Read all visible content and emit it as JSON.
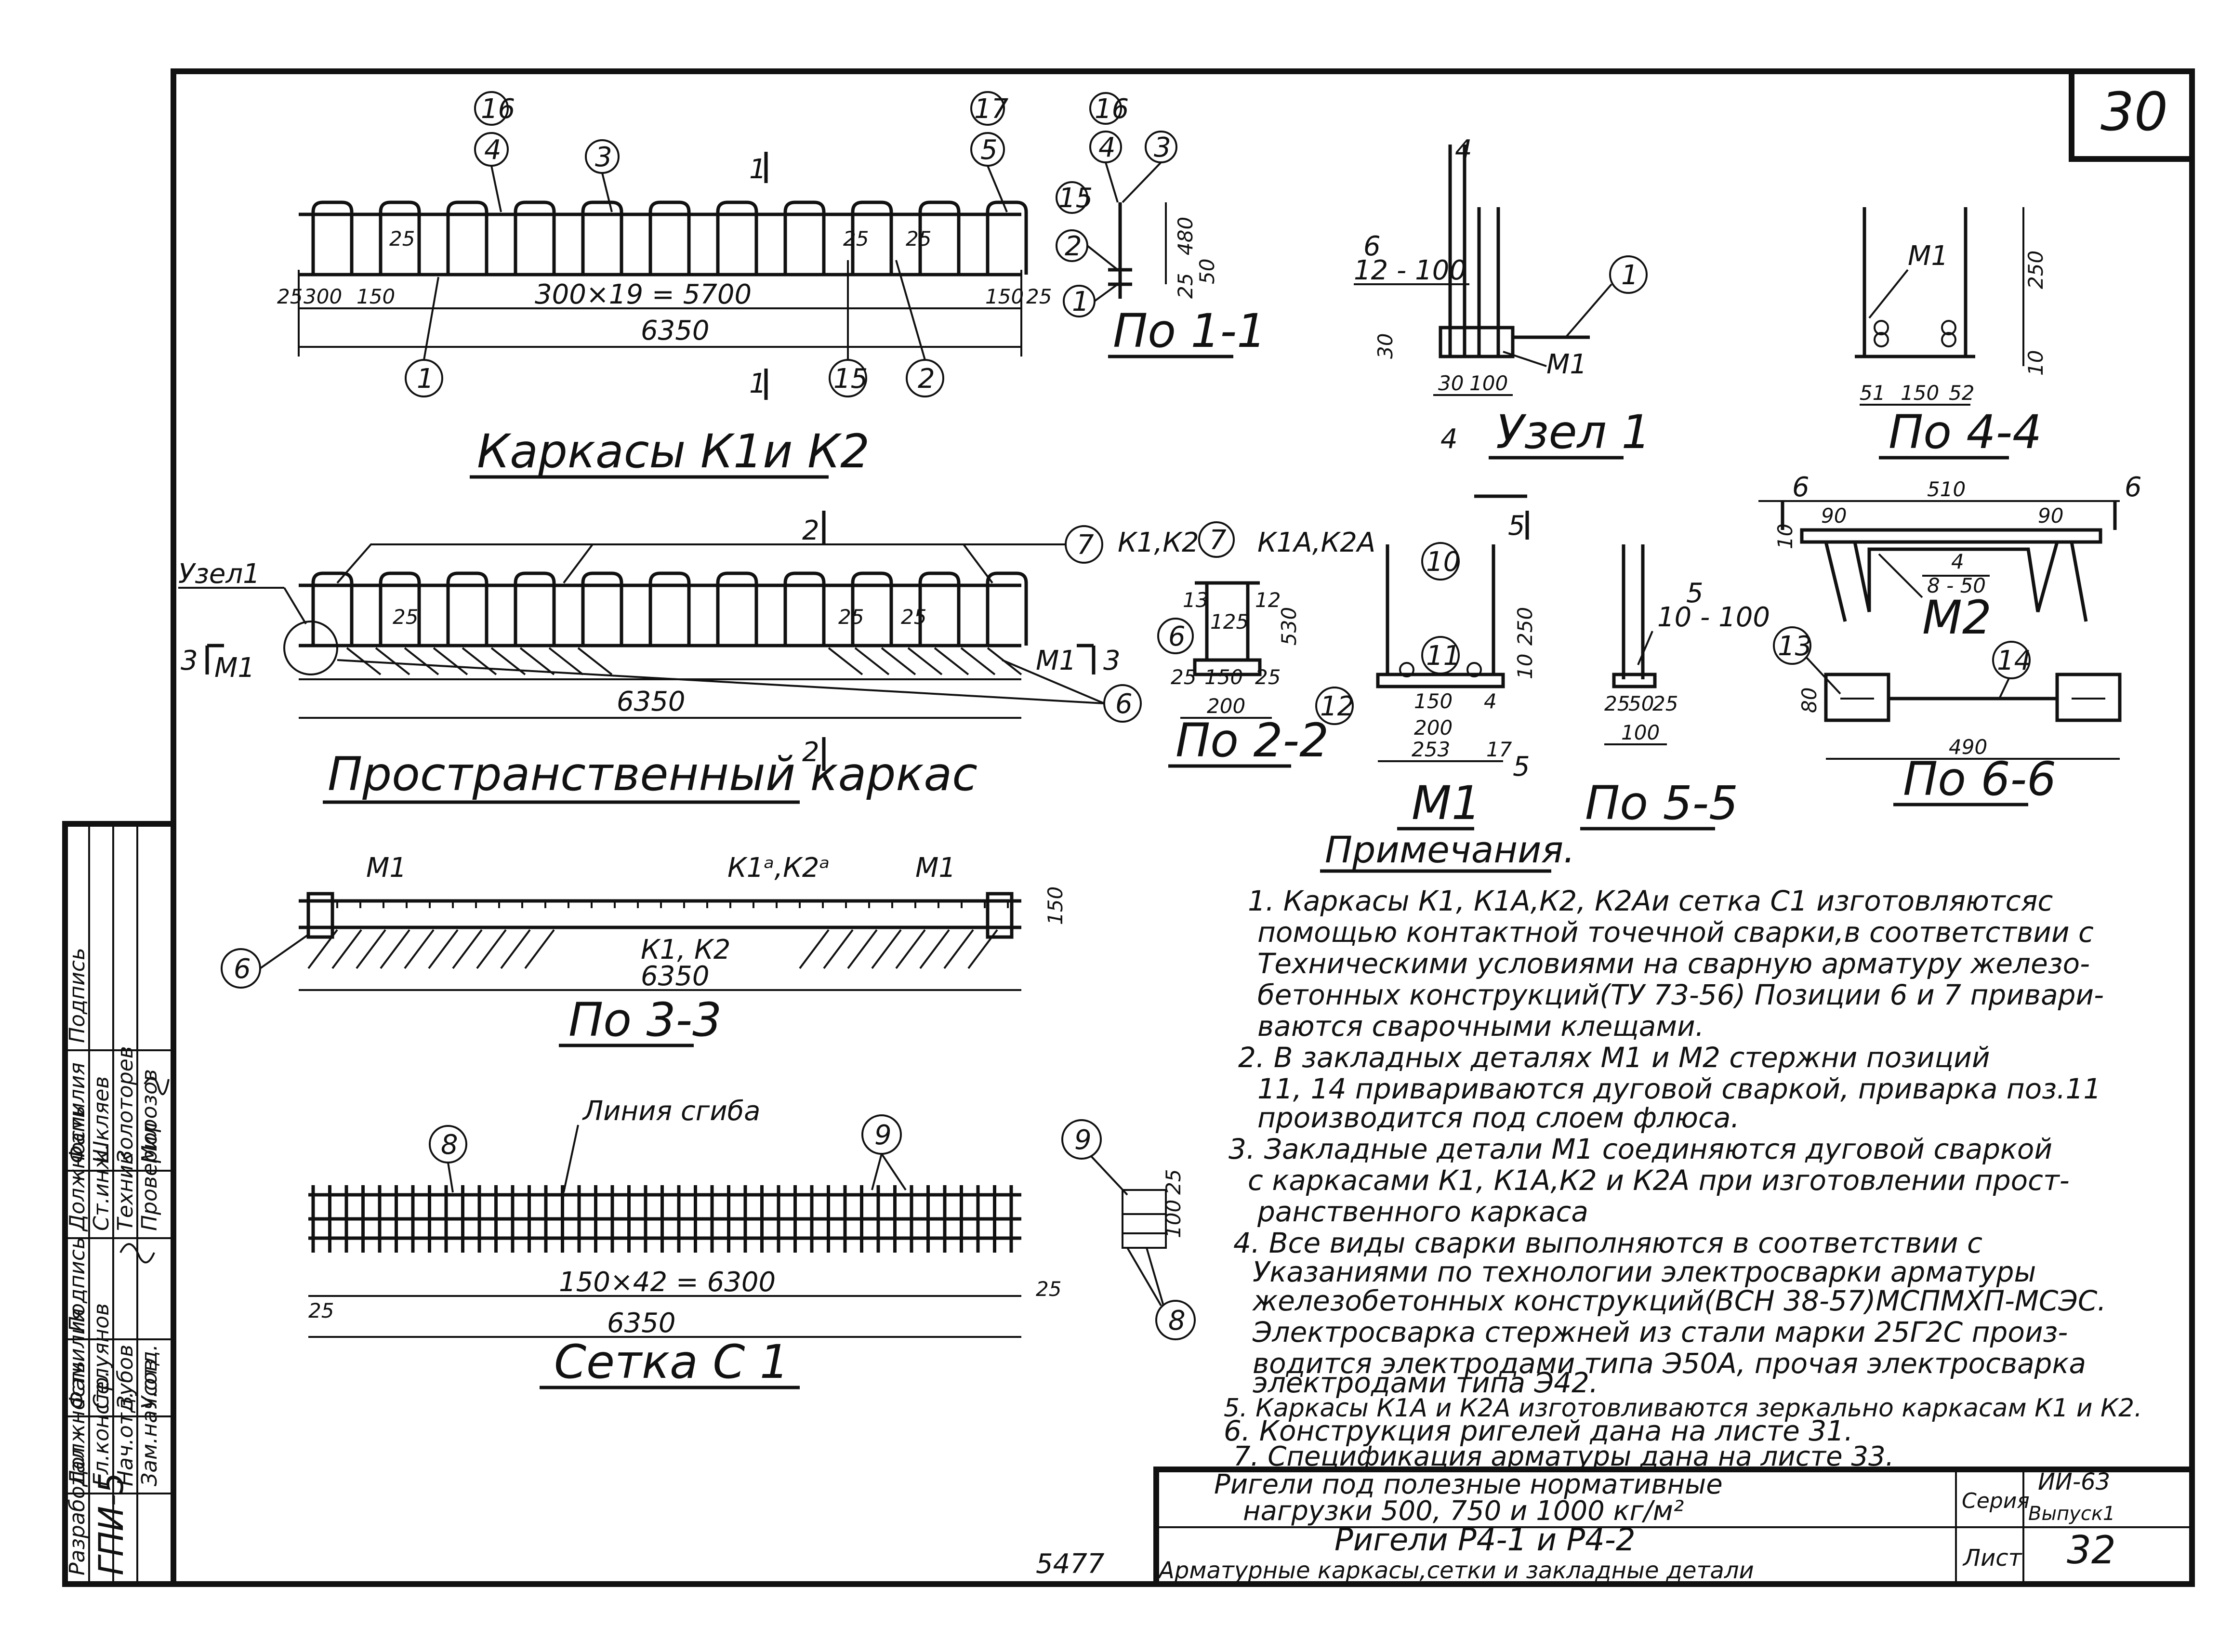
{
  "sheet": {
    "corner_number": "30",
    "series_label": "Серия",
    "series_value": "ИИ-63",
    "issue_value": "Выпуск1",
    "sheet_label": "Лист",
    "sheet_value": "32",
    "archive_number": "5477",
    "title_line1": "Ригели под полезные нормативные",
    "title_line2": "нагрузки 500, 750 и 1000 кг/м²",
    "subtitle_line1": "Ригели Р4-1 и Р4-2",
    "subtitle_line2": "Арматурные каркасы,сетки и закладные детали"
  },
  "stamp": {
    "org": "ГПИ-5",
    "rows": [
      [
        "Разработал",
        "Должность",
        "Фамилия",
        "Подпись",
        "Должность",
        "Фамилия",
        "Подпись"
      ],
      [
        "",
        "Гл.констр.",
        "Селуянов",
        "",
        "Ст.инж.",
        "Шкляев",
        ""
      ],
      [
        "",
        "Нач.отд.",
        "Зубов",
        "",
        "Техник",
        "Золоторев",
        ""
      ],
      [
        "",
        "Зам.нач.отд.",
        "Усов",
        "",
        "Проверил",
        "Морозов",
        ""
      ]
    ]
  },
  "views": {
    "k1k2_title": "Каркасы К1и К2",
    "spatial_title": "Пространственный каркас",
    "s33_title": "По 3-3",
    "mesh_title": "Сетка С 1",
    "s11_title": "По 1-1",
    "s22_title": "По 2-2",
    "node1_title": "Узел 1",
    "s44_title": "По 4-4",
    "m1_title": "М1",
    "s55_title": "По 5-5",
    "m2_title": "М2",
    "s66_title": "По 6-6"
  },
  "dims": {
    "k_total": "6350",
    "k_spacing": "300×19 = 5700",
    "k_25a": "25",
    "k_300": "300",
    "k_150a": "150",
    "k_150b": "150",
    "k_25b": "25",
    "k_25c": "25",
    "k_25d": "25",
    "k_25e": "25",
    "sp_total": "6350",
    "sp_25a": "25",
    "sp_25b": "25",
    "sp_25c": "25",
    "s33_total": "6350",
    "s33_150": "150",
    "mesh_spacing": "150×42 = 6300",
    "mesh_total": "6350",
    "mesh_25a": "25",
    "mesh_25b": "25",
    "s11_480": "480",
    "s11_50": "50",
    "s11_25": "25",
    "s22_13": "13",
    "s22_12": "12",
    "s22_125": "125",
    "s22_530": "530",
    "s22_25a": "25",
    "s22_150": "150",
    "s22_25b": "25",
    "s22_200": "200",
    "n1_bar": "6",
    "n1_spacing": "12 - 100",
    "n1_30a": "30",
    "n1_30b": "30",
    "n1_100": "100",
    "s44_250": "250",
    "s44_10": "10",
    "s44_51": "51",
    "s44_150": "150",
    "s44_52": "52",
    "m1_250": "250",
    "m1_10": "10",
    "m1_150": "150",
    "m1_200": "200",
    "m1_253": "253",
    "m1_4": "4",
    "m1_17": "17",
    "s55_bar": "5",
    "s55_spacing": "10 - 100",
    "s55_25a": "25",
    "s55_50": "50",
    "s55_25b": "25",
    "s55_100": "100",
    "m2_510": "510",
    "m2_90a": "90",
    "m2_90b": "90",
    "m2_10": "10",
    "m2_bar": "4",
    "m2_spacing": "8 - 50",
    "s66_80": "80",
    "s66_490": "490",
    "mesh_det_25": "25",
    "mesh_det_100": "100"
  },
  "marks": {
    "sec1": "1",
    "sec2": "2",
    "sec3": "3",
    "sec4": "4",
    "sec5": "5",
    "sec6": "6",
    "pos1": "1",
    "pos2": "2",
    "pos3": "3",
    "pos4": "4",
    "pos5": "5",
    "pos6": "6",
    "pos7": "7",
    "pos8": "8",
    "pos9": "9",
    "pos10": "10",
    "pos11": "11",
    "pos12": "12",
    "pos13": "13",
    "pos14": "14",
    "pos15": "15",
    "pos16": "16",
    "pos17": "17",
    "uzel1": "Узел1",
    "m1": "М1",
    "k1k2": "К1,К2",
    "k1ak2a": "К1А,К2А",
    "k1ak2a_s33": "К1ᵃ,К2ᵃ",
    "k1k2_s33": "К1, К2",
    "bend_line": "Линия сгиба"
  },
  "notes": {
    "heading": "Примечания.",
    "lines": [
      "1. Каркасы К1, К1А,К2, К2Аи сетка С1 изготовляютсяс",
      "помощью контактной точечной сварки,в соответствии с",
      "Техническими условиями на сварную арматуру железо-",
      "бетонных конструкций(ТУ 73-56) Позиции 6 и 7 привари-",
      "ваются сварочными клещами.",
      "2. В закладных деталях М1 и М2 стержни позиций",
      "11, 14 привариваются дуговой сваркой, приварка поз.11",
      "производится под слоем флюса.",
      "3. Закладные детали М1 соединяются дуговой сваркой",
      "с каркасами К1, К1А,К2 и К2А при изготовлении прост-",
      "ранственного каркаса",
      "4. Все виды сварки выполняются в соответствии с",
      "Указаниями по технологии электросварки арматуры",
      "железобетонных конструкций(ВСН 38-57)МСПМХП-МСЭС.",
      "Электросварка стержней из стали марки 25Г2С произ-",
      "водится электродами типа Э50А, прочая электросварка",
      "электродами типа Э42.",
      "5. Каркасы К1А и К2А изготовливаются зеркально каркасам К1 и К2.",
      "6. Конструкция ригелей дана на листе 31.",
      "7. Спецификация арматуры дана на листе 33."
    ]
  }
}
